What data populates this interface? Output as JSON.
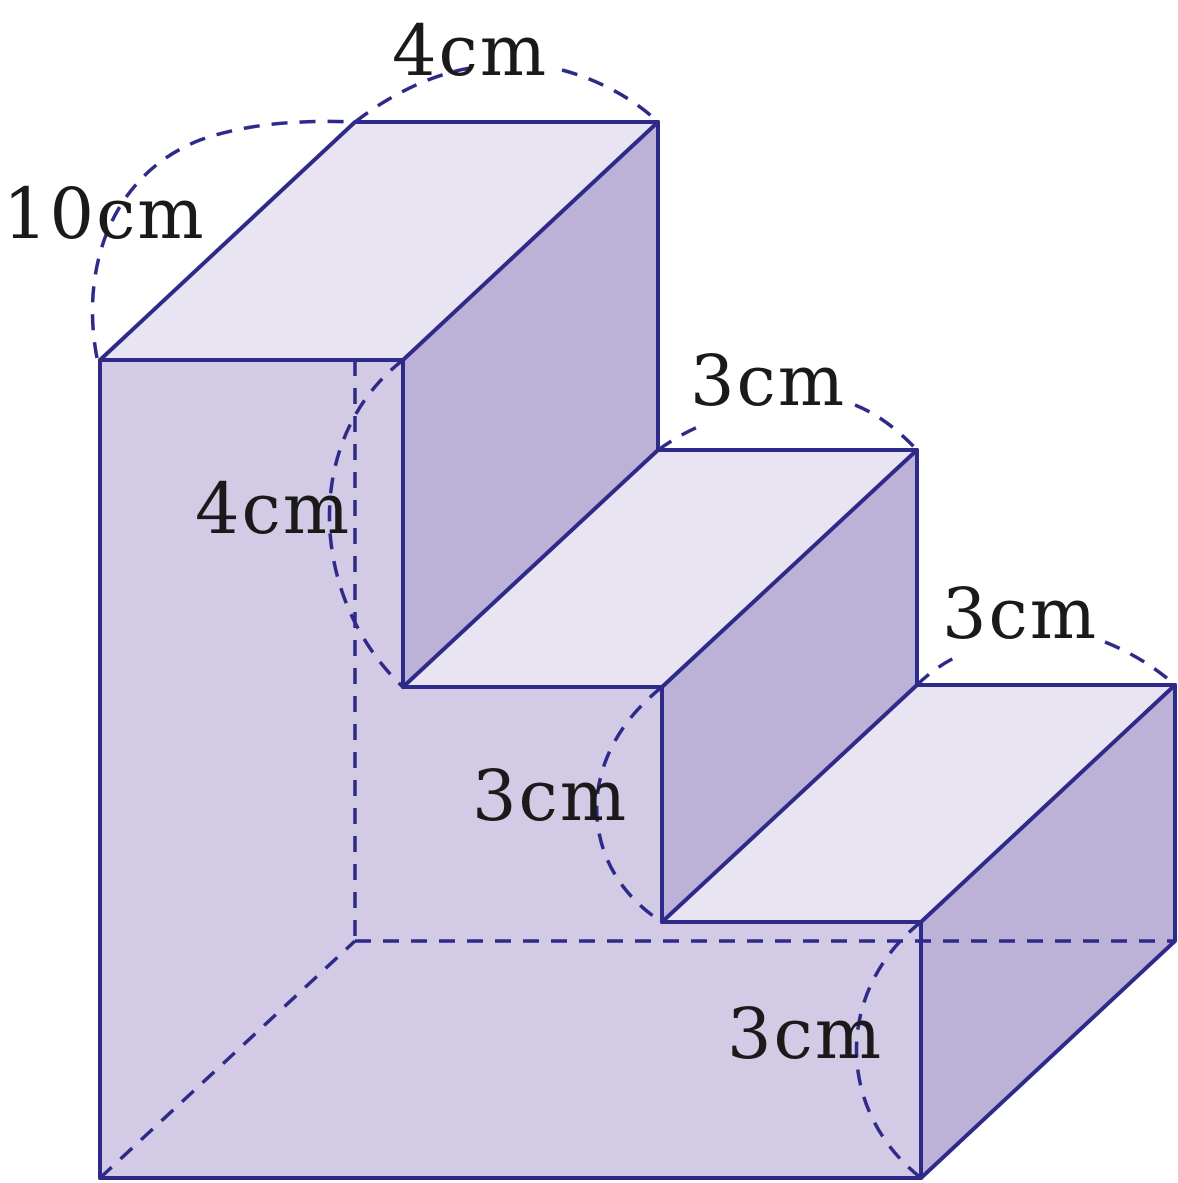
{
  "figure": {
    "colors": {
      "edge": "#2e2a8a",
      "front_face": "#d3cbe5",
      "top_face": "#e8e4f1",
      "side_face": "#bcb1d6",
      "label_text": "#1a1a1a",
      "background": "#ffffff"
    },
    "labels": {
      "depth": "10cm",
      "top_step_width": "4cm",
      "top_step_height": "4cm",
      "middle_step_width": "3cm",
      "middle_step_height": "3cm",
      "bottom_step_width": "3cm",
      "bottom_step_height": "3cm"
    }
  }
}
